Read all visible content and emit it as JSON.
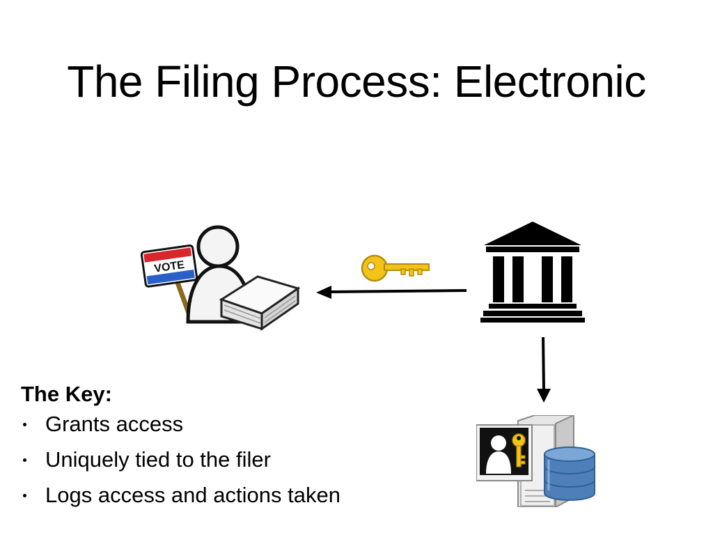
{
  "slide": {
    "title": "The Filing Process: Electronic"
  },
  "diagram": {
    "filer": {
      "icon": "person-with-vote-sign-and-papers-icon",
      "sign_text": "VOTE"
    },
    "key": {
      "icon": "gold-key-icon",
      "color": "#F2C318"
    },
    "institution": {
      "icon": "government-building-icon"
    },
    "server": {
      "icon": "server-database-with-user-key-icon",
      "db_color": "#4F7FB8"
    },
    "arrows": [
      "institution-to-filer-arrow",
      "institution-to-server-arrow"
    ]
  },
  "key_section": {
    "heading": "The Key:",
    "items": [
      "Grants access",
      "Uniquely tied to the filer",
      "Logs access and actions taken"
    ]
  }
}
